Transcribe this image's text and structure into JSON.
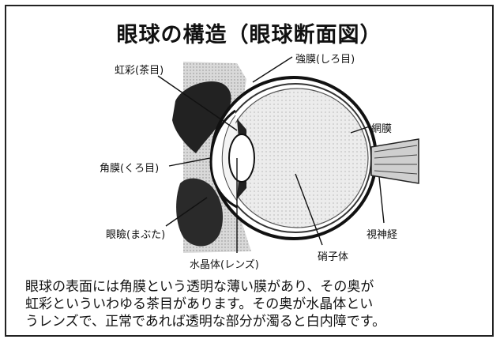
{
  "title": "眼球の構造（眼球断面図）",
  "labels": {
    "iris": "虹彩(茶目)",
    "sclera": "強膜(しろ目)",
    "retina": "網膜",
    "cornea": "角膜(くろ目)",
    "eyelid": "眼瞼(まぶた)",
    "lens": "水晶体(レンズ)",
    "vitreous": "硝子体",
    "optic_nerve": "視神経"
  },
  "caption": {
    "line1": "眼球の表面には角膜という透明な薄い膜があり、その奥が",
    "line2": "虹彩といういわゆる茶目があります。その奥が水晶体とい",
    "line3": "うレンズで、正常であれば透明な部分が濁ると白内障です。"
  }
}
